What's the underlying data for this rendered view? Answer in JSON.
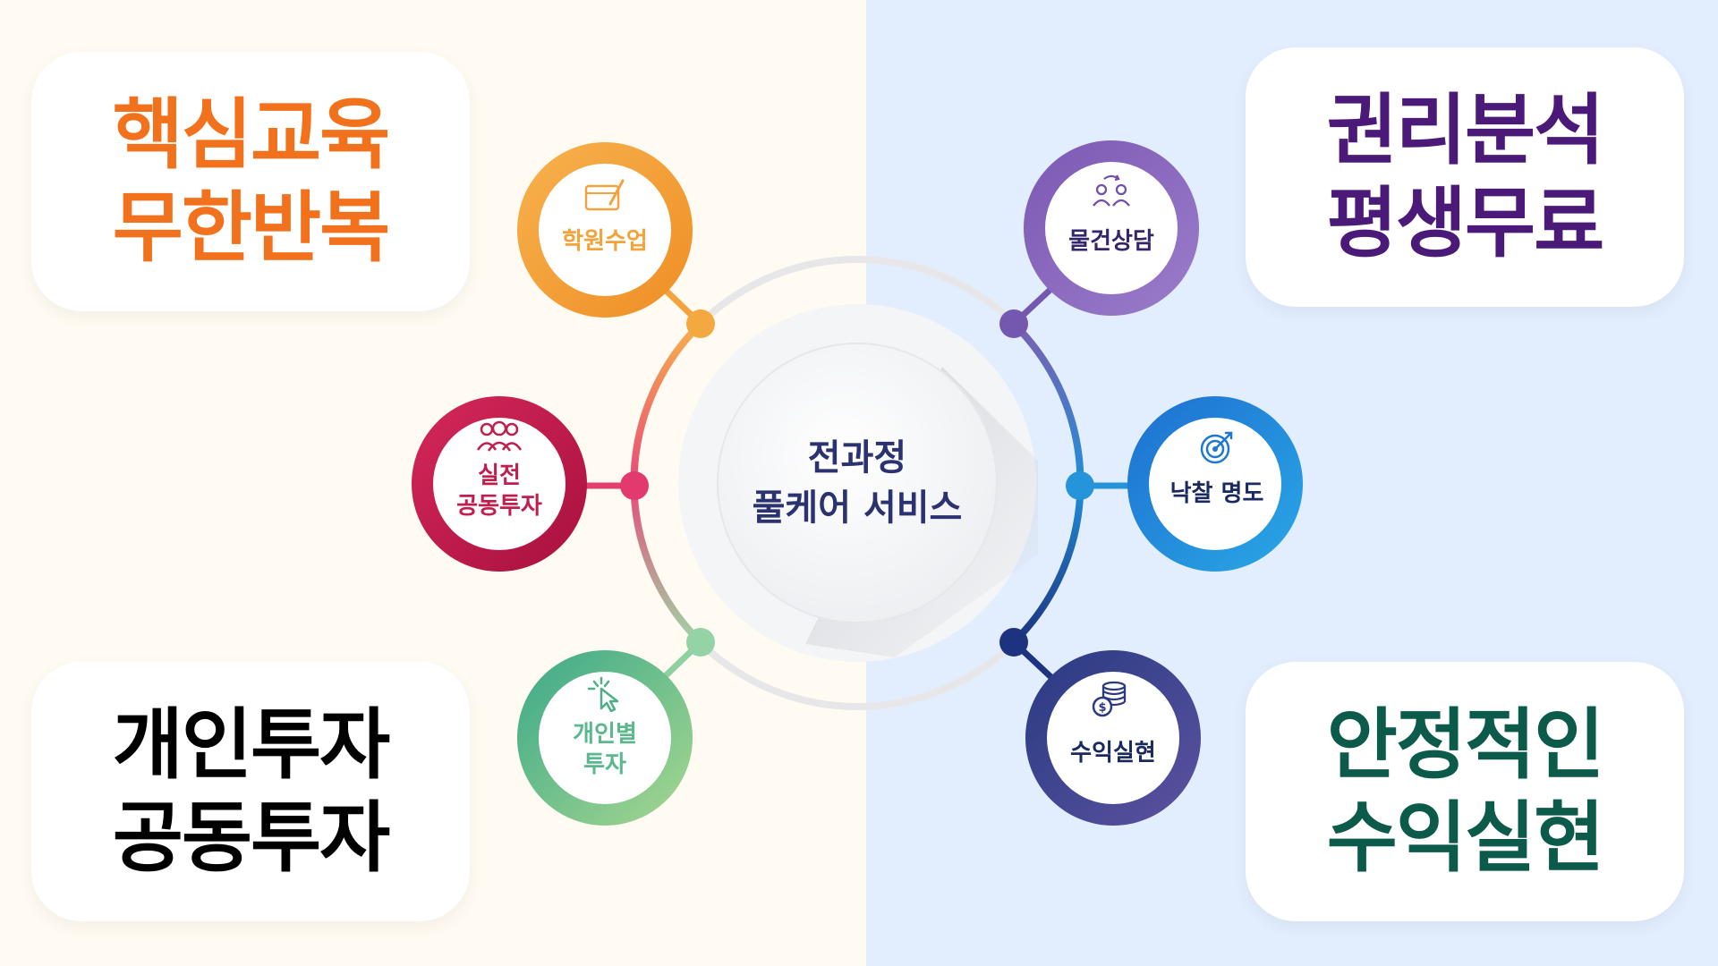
{
  "cards": {
    "top_left": {
      "lines": [
        "핵심교육",
        "무한반복"
      ],
      "color": "#f2711c"
    },
    "top_right": {
      "lines": [
        "권리분석",
        "평생무료"
      ],
      "color": "#4b1a78"
    },
    "bottom_left": {
      "lines": [
        "개인투자",
        "공동투자"
      ],
      "color": "#000000"
    },
    "bottom_right": {
      "lines": [
        "안정적인",
        "수익실현"
      ],
      "color": "#0b5a4a"
    }
  },
  "center": {
    "lines": [
      "전과정",
      "풀케어 서비스"
    ]
  },
  "satellites": [
    {
      "id": "academy",
      "lines": [
        "학원수업"
      ],
      "icon": "tablet-pen-icon",
      "color": "#f4a23a"
    },
    {
      "id": "joint",
      "lines": [
        "실전",
        "공동투자"
      ],
      "icon": "group-people-icon",
      "color": "#c01e4c"
    },
    {
      "id": "individual",
      "lines": [
        "개인별",
        "투자"
      ],
      "icon": "click-cursor-icon",
      "color": "#5bb88d"
    },
    {
      "id": "consult",
      "lines": [
        "물건상담"
      ],
      "icon": "people-exchange-icon",
      "color": "#7050a8"
    },
    {
      "id": "bid",
      "lines": [
        "낙찰 명도"
      ],
      "icon": "target-arrow-icon",
      "color": "#1f78d0"
    },
    {
      "id": "profit",
      "lines": [
        "수익실현"
      ],
      "icon": "coin-stack-icon",
      "color": "#2c3a80"
    }
  ]
}
